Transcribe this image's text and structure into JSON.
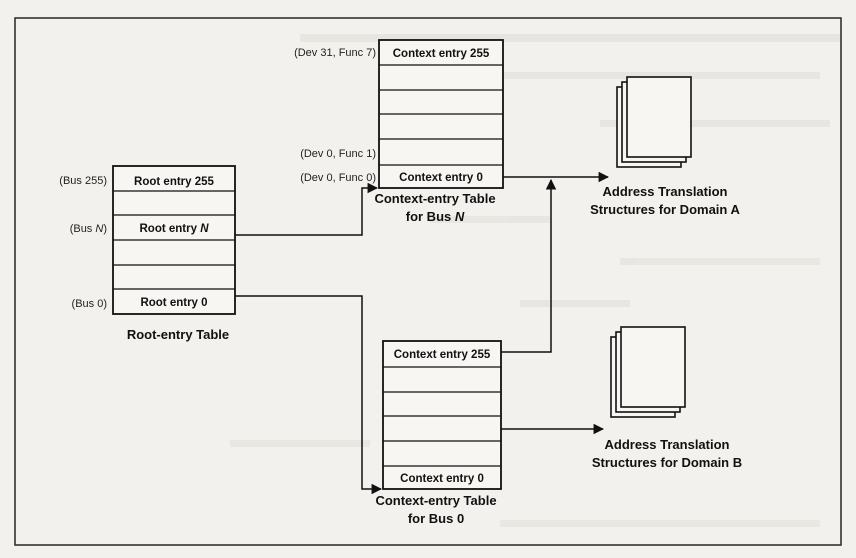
{
  "root_table": {
    "caption": "Root-entry Table",
    "entries": {
      "top": "Root entry 255",
      "middle_prefix": "Root entry ",
      "middle_var": "N",
      "bottom": "Root entry 0"
    },
    "labels": {
      "top": "(Bus 255)",
      "middle_prefix": "(Bus ",
      "middle_var": "N",
      "middle_suffix": ")",
      "bottom": "(Bus 0)"
    }
  },
  "ctx_table_n": {
    "caption_line1": "Context-entry Table",
    "caption_line2_prefix": "for Bus ",
    "caption_line2_var": "N",
    "entries": {
      "top": "Context entry 255",
      "bottom": "Context entry 0"
    },
    "labels": {
      "top": "(Dev 31, Func 7)",
      "second_last": "(Dev 0, Func 1)",
      "bottom": "(Dev 0, Func 0)"
    }
  },
  "ctx_table_0": {
    "caption_line1": "Context-entry Table",
    "caption_line2": "for Bus 0",
    "entries": {
      "top": "Context entry 255",
      "bottom": "Context entry 0"
    }
  },
  "domain_a": {
    "caption_line1": "Address Translation",
    "caption_line2": "Structures for Domain A"
  },
  "domain_b": {
    "caption_line1": "Address Translation",
    "caption_line2": "Structures for Domain B"
  },
  "colors": {
    "line": "#111111",
    "frame": "#333333",
    "background": "#f2f1ee"
  }
}
